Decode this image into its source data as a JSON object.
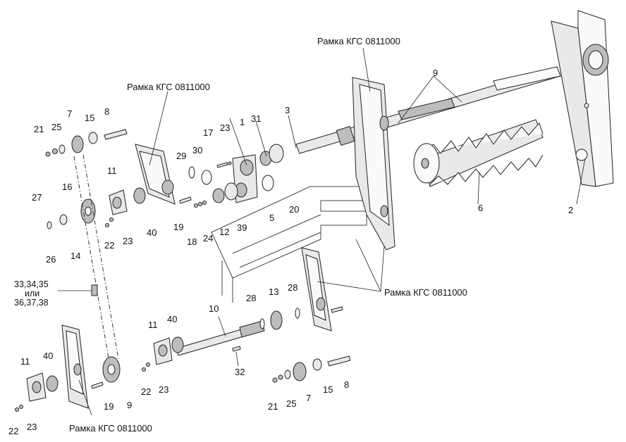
{
  "frame_labels": [
    "Рамка КГС 0811000",
    "Рамка КГС 0811000",
    "Рамка КГС 0811000",
    "Рамка КГС 0811000"
  ],
  "part_labels": {
    "p7a": "7",
    "p15a": "15",
    "p8a": "8",
    "p21a": "21",
    "p25a": "25",
    "p11a": "11",
    "p27": "27",
    "p16": "16",
    "p26": "26",
    "p14": "14",
    "p22a": "22",
    "p23a": "23",
    "p40a": "40",
    "p29": "29",
    "p30": "30",
    "p17": "17",
    "p23b": "23",
    "p1": "1",
    "p31": "31",
    "p3": "3",
    "p19a": "19",
    "p18": "18",
    "p24": "24",
    "p12": "12",
    "p39": "39",
    "p5": "5",
    "p20": "20",
    "p9a": "9",
    "p6": "6",
    "p2": "2",
    "p33": "33,34,35",
    "p_or": "или",
    "p36": "36,37,38",
    "p10": "10",
    "p11b": "11",
    "p40b": "40",
    "p28a": "28",
    "p13": "13",
    "p28b": "28",
    "p32": "32",
    "p22b": "22",
    "p23c": "23",
    "p11c": "11",
    "p40c": "40",
    "p19b": "19",
    "p9b": "9",
    "p22c": "22",
    "p23d": "23",
    "p21b": "21",
    "p25b": "25",
    "p7b": "7",
    "p15b": "15",
    "p8b": "8"
  }
}
